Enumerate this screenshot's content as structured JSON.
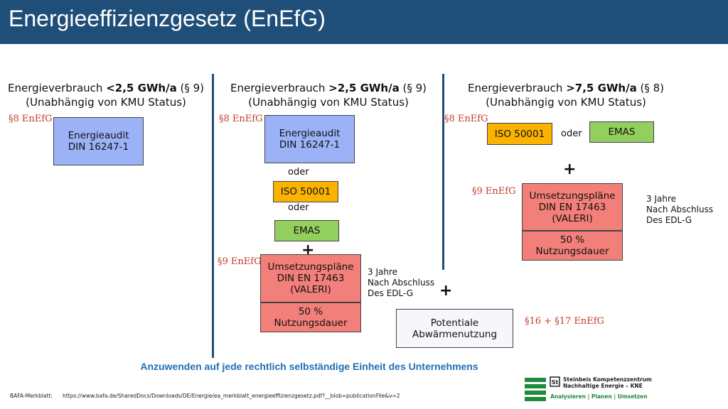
{
  "title": "Energieeffizienzgesetz (EnEfG)",
  "columns": [
    {
      "heading_prefix": "Energieverbrauch ",
      "heading_value": "<2,5 GWh/a",
      "heading_suffix": " (§ 9)",
      "subheading": "(Unabhängig von KMU Status)",
      "law_ref": "§8 EnEfG",
      "audit_box": [
        "Energieaudit",
        "DIN 16247-1"
      ]
    },
    {
      "heading_prefix": "Energieverbrauch ",
      "heading_value": ">2,5 GWh/a",
      "heading_suffix": " (§ 9)",
      "subheading": "(Unabhängig von KMU Status)",
      "law_ref_top": "§8 EnEfG",
      "audit_box": [
        "Energieaudit",
        "DIN 16247-1"
      ],
      "oder_1": "oder",
      "iso_box": "ISO 50001",
      "oder_2": "oder",
      "emas_box": "EMAS",
      "plus": "+",
      "law_ref_bottom": "§9 EnEfG",
      "plan_box": [
        "Umsetzungspläne",
        "DIN EN 17463",
        "(VALERI)"
      ],
      "duration_box": [
        "50 %",
        "Nutzungsdauer"
      ],
      "note": [
        "3 Jahre",
        "Nach Abschluss",
        "Des EDL-G"
      ]
    },
    {
      "heading_prefix": "Energieverbrauch ",
      "heading_value": ">7,5 GWh/a",
      "heading_suffix": " (§ 8)",
      "subheading": "(Unabhängig von KMU Status)",
      "law_ref_top": "§8 EnEfG",
      "iso_box": "ISO 50001",
      "oder": "oder",
      "emas_box": "EMAS",
      "plus": "+",
      "law_ref_bottom": "§9 EnEfG",
      "plan_box": [
        "Umsetzungspläne",
        "DIN EN 17463",
        "(VALERI)"
      ],
      "duration_box": [
        "50 %",
        "Nutzungsdauer"
      ],
      "note": [
        "3 Jahre",
        "Nach Abschluss",
        "Des EDL-G"
      ]
    }
  ],
  "extra": {
    "plus": "+",
    "waste_heat_box": [
      "Potentiale",
      "Abwärmenutzung"
    ],
    "law_ref": "§16 + §17 EnEfG"
  },
  "bottom_line": "Anzuwenden auf jede rechtlich selbständige Einheit des Unternehmens",
  "footer": {
    "label": "BAFA-Merkblatt:",
    "url": "https://www.bafa.de/SharedDocs/Downloads/DE/Energie/ea_merkblatt_energieeffizienzgesetz.pdf?__blob=publicationFile&v=2"
  },
  "logo": {
    "line1": "Steinbeis Kompetenzzentrum",
    "line2": "Nachhaltige Energie – KNE",
    "tagline": "Analysieren | Planen | Umsetzen",
    "accent": "#1e8a3c"
  }
}
